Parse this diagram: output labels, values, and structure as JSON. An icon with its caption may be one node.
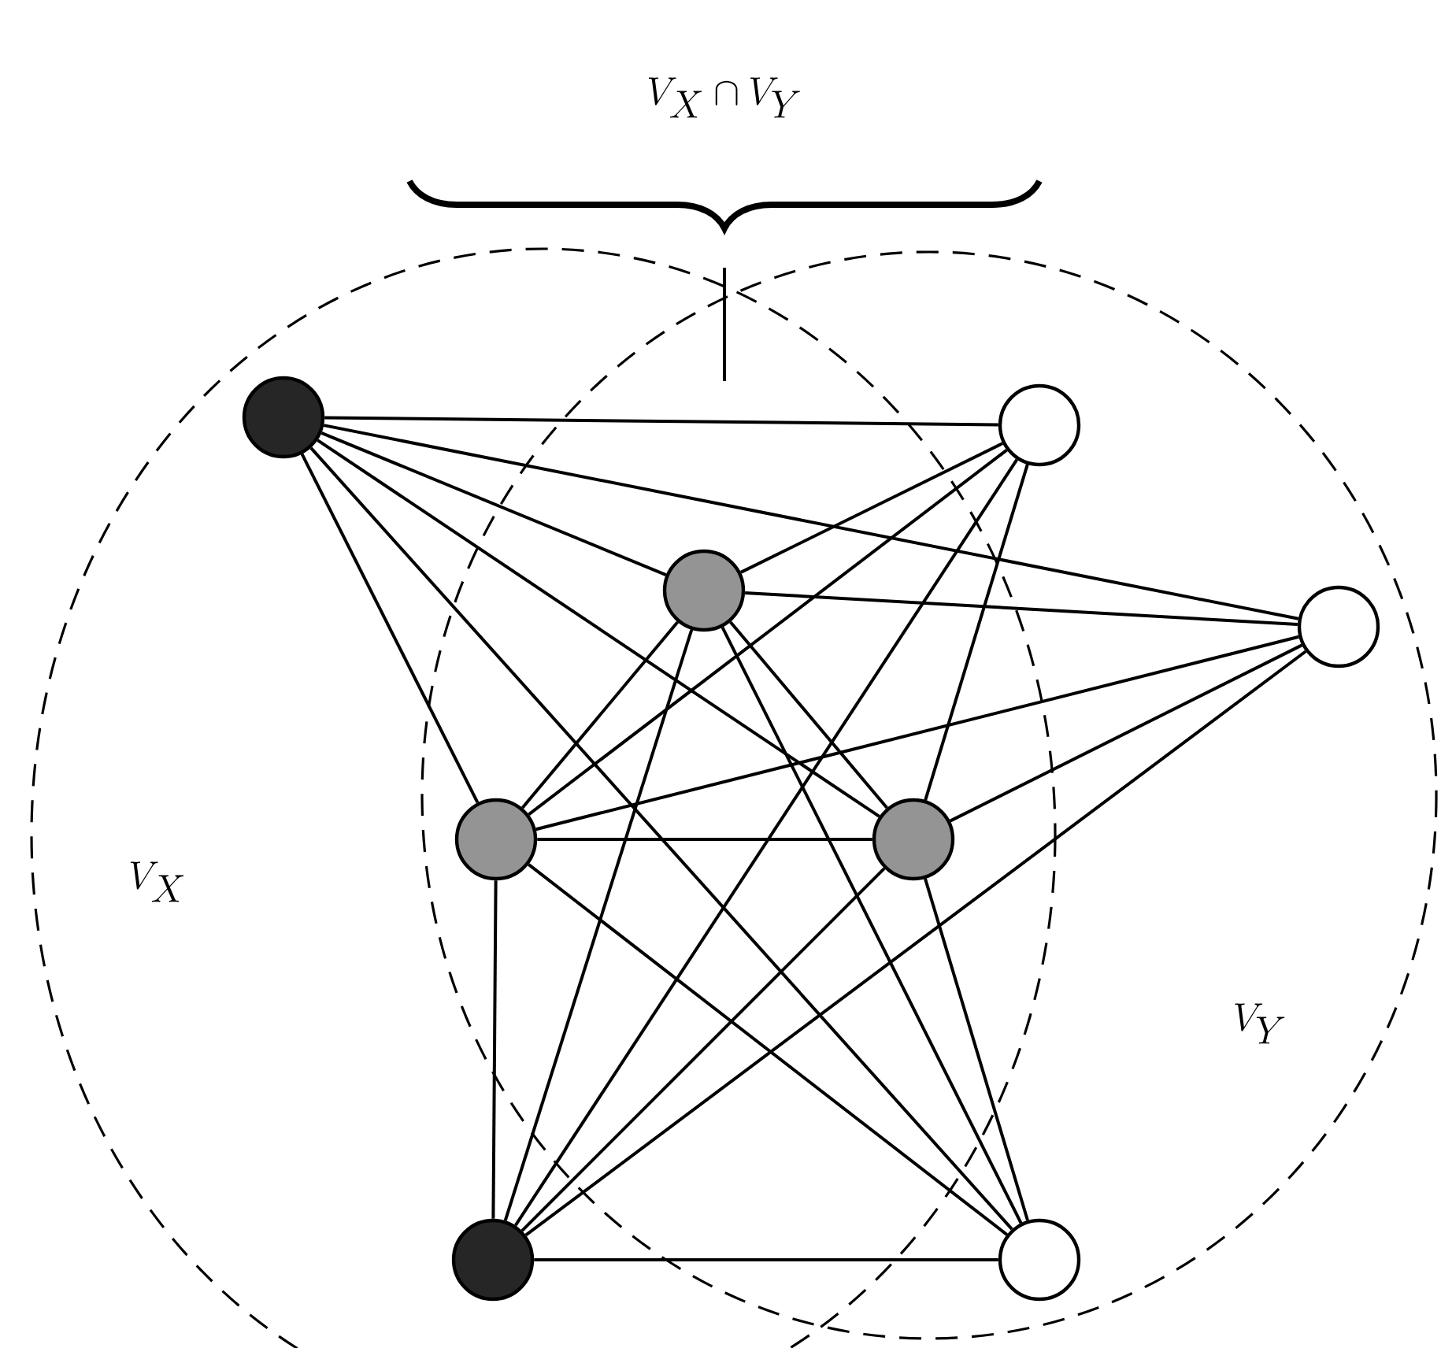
{
  "diagram": {
    "nodes": [
      {
        "text": [],
        "shape": "circle"
      },
      {
        "text": [],
        "shape": "circle"
      },
      {
        "text": [],
        "shape": "circle"
      },
      {
        "text": [],
        "shape": "circle"
      },
      {
        "text": [],
        "shape": "circle"
      },
      {
        "text": [],
        "shape": "circle"
      },
      {
        "text": [],
        "shape": "circle"
      },
      {
        "text": [],
        "shape": "circle"
      }
    ],
    "edges": [
      {
        "from": 0,
        "to": 1,
        "arrow": "none"
      },
      {
        "from": 0,
        "to": 2,
        "arrow": "none"
      },
      {
        "from": 0,
        "to": 3,
        "arrow": "none"
      },
      {
        "from": 0,
        "to": 4,
        "arrow": "none"
      },
      {
        "from": 0,
        "to": 5,
        "arrow": "none"
      },
      {
        "from": 0,
        "to": 7,
        "arrow": "none"
      },
      {
        "from": 1,
        "to": 2,
        "arrow": "none"
      },
      {
        "from": 1,
        "to": 4,
        "arrow": "none"
      },
      {
        "from": 1,
        "to": 5,
        "arrow": "none"
      },
      {
        "from": 1,
        "to": 6,
        "arrow": "none"
      },
      {
        "from": 2,
        "to": 3,
        "arrow": "none"
      },
      {
        "from": 2,
        "to": 4,
        "arrow": "none"
      },
      {
        "from": 2,
        "to": 5,
        "arrow": "none"
      },
      {
        "from": 2,
        "to": 6,
        "arrow": "none"
      },
      {
        "from": 2,
        "to": 7,
        "arrow": "none"
      },
      {
        "from": 3,
        "to": 4,
        "arrow": "none"
      },
      {
        "from": 3,
        "to": 5,
        "arrow": "none"
      },
      {
        "from": 3,
        "to": 6,
        "arrow": "none"
      },
      {
        "from": 4,
        "to": 5,
        "arrow": "none"
      },
      {
        "from": 4,
        "to": 6,
        "arrow": "none"
      },
      {
        "from": 4,
        "to": 7,
        "arrow": "none"
      },
      {
        "from": 5,
        "to": 6,
        "arrow": "none"
      },
      {
        "from": 5,
        "to": 7,
        "arrow": "none"
      },
      {
        "from": 6,
        "to": 7,
        "arrow": "none"
      }
    ],
    "labels": [
      "V_X \\cap V_Y",
      "V_X",
      "V_Y"
    ]
  }
}
